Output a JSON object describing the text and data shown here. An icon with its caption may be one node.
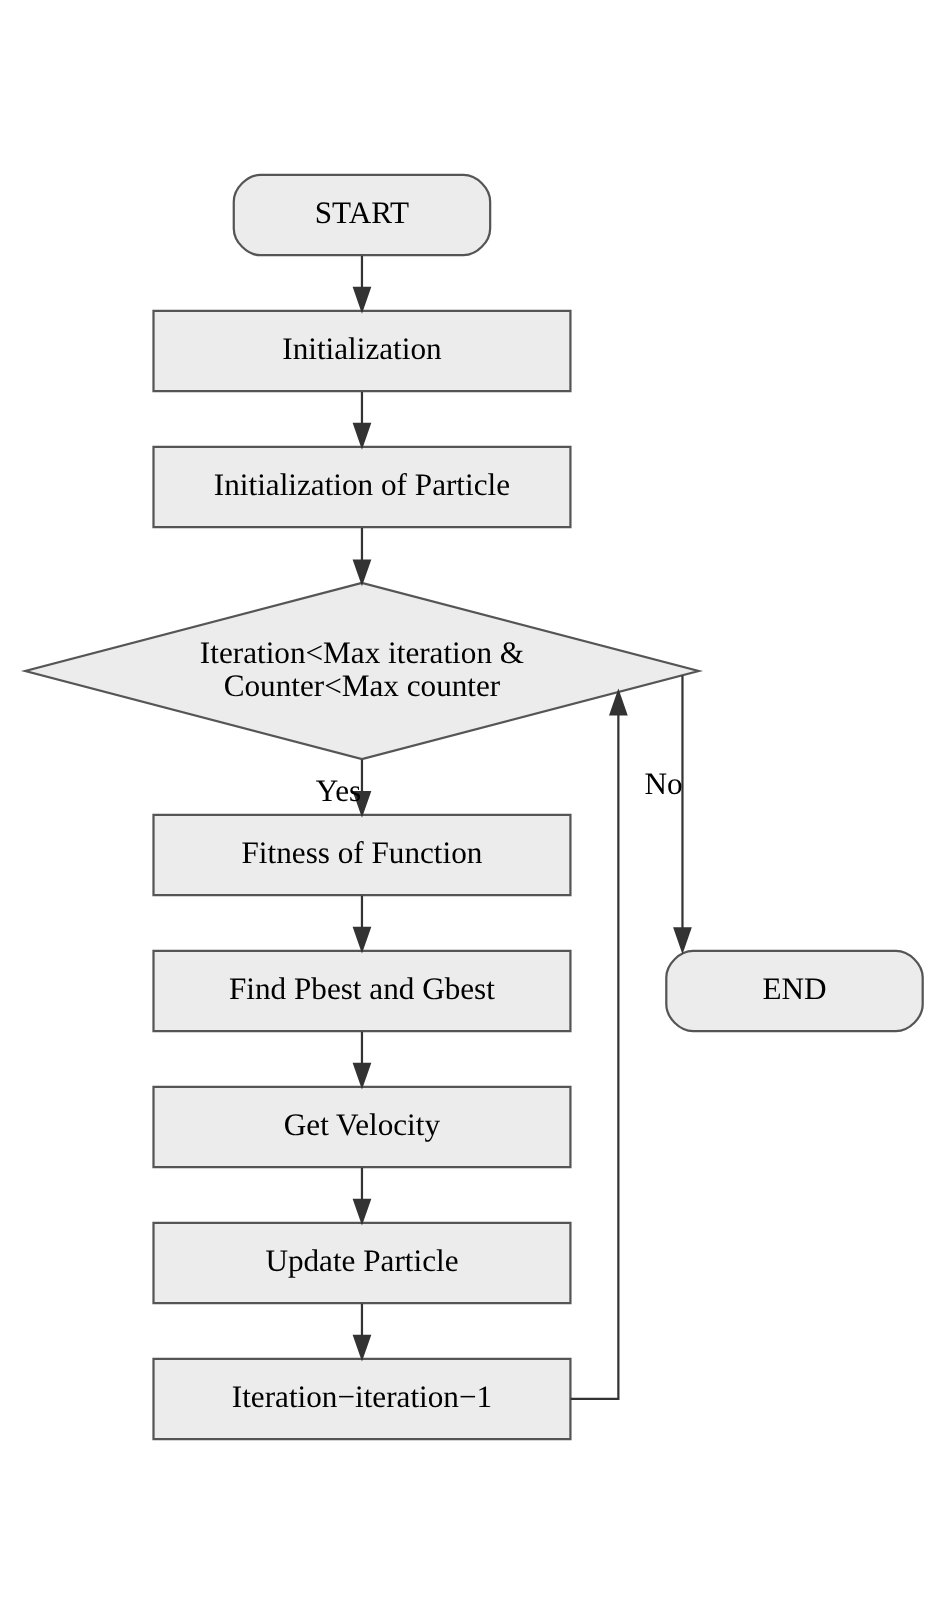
{
  "diagram": {
    "nodes": [
      {
        "text": [
          "START"
        ]
      },
      {
        "text": [
          "Initialization"
        ]
      },
      {
        "text": [
          "Initialization of Particle"
        ]
      },
      {
        "text": [
          "Iteration<Max iteration & Counter<Max counter"
        ]
      },
      {
        "text": [
          "Fitness of Function"
        ]
      },
      {
        "text": [
          "Find Pbest and Gbest"
        ]
      },
      {
        "text": [
          "Get Velocity"
        ]
      },
      {
        "text": [
          "Update Particle"
        ]
      },
      {
        "text": [
          "Iteration−iteration−1"
        ]
      },
      {
        "text": [
          "END"
        ]
      }
    ],
    "edges": [
      {
        "from": 0,
        "to": 1,
        "arrow": "to"
      },
      {
        "from": 1,
        "to": 2,
        "arrow": "to"
      },
      {
        "from": 2,
        "to": 3,
        "arrow": "to"
      },
      {
        "from": 3,
        "to": 4,
        "arrow": "to",
        "label": "Yes"
      },
      {
        "from": 4,
        "to": 5,
        "arrow": "to"
      },
      {
        "from": 5,
        "to": 6,
        "arrow": "to"
      },
      {
        "from": 6,
        "to": 7,
        "arrow": "to"
      },
      {
        "from": 7,
        "to": 8,
        "arrow": "to"
      },
      {
        "from": 8,
        "to": 3,
        "arrow": "to"
      },
      {
        "from": 3,
        "to": 9,
        "arrow": "to",
        "label": "No"
      }
    ]
  }
}
